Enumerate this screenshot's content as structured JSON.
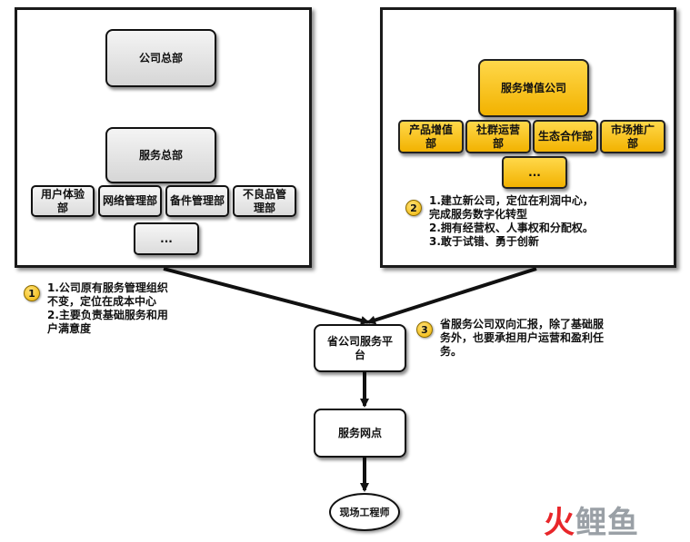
{
  "left_panel": {
    "hq": "公司总部",
    "service_hq": "服务总部",
    "departments": [
      "用户体验部",
      "网络管理部",
      "备件管理部",
      "不良品管理部"
    ],
    "more": "..."
  },
  "right_panel": {
    "company": "服务增值公司",
    "departments": [
      "产品增值部",
      "社群运营部",
      "生态合作部",
      "市场推广部"
    ],
    "more": "..."
  },
  "notes": {
    "note1": {
      "badge": "1",
      "lines": [
        "1.公司原有服务管理组织",
        "不变，定位在成本中心",
        "2.主要负责基础服务和用",
        "户满意度"
      ]
    },
    "note2": {
      "badge": "2",
      "lines": [
        "1.建立新公司，定位在利润中心，",
        "完成服务数字化转型",
        "2.拥有经营权、人事权和分配权。",
        "3.敢于试错、勇于创新"
      ]
    },
    "note3": {
      "badge": "3",
      "lines": [
        "省服务公司双向汇报，除了基础服",
        "务外，也要承担用户运营和盈利任",
        "务。"
      ]
    }
  },
  "flow": {
    "platform": "省公司服务平台",
    "outlet": "服务网点",
    "engineer": "现场工程师"
  },
  "watermark": {
    "text": "火鲤鱼",
    "color_red": "#e8262a",
    "color_gray": "#9aa0a6"
  }
}
